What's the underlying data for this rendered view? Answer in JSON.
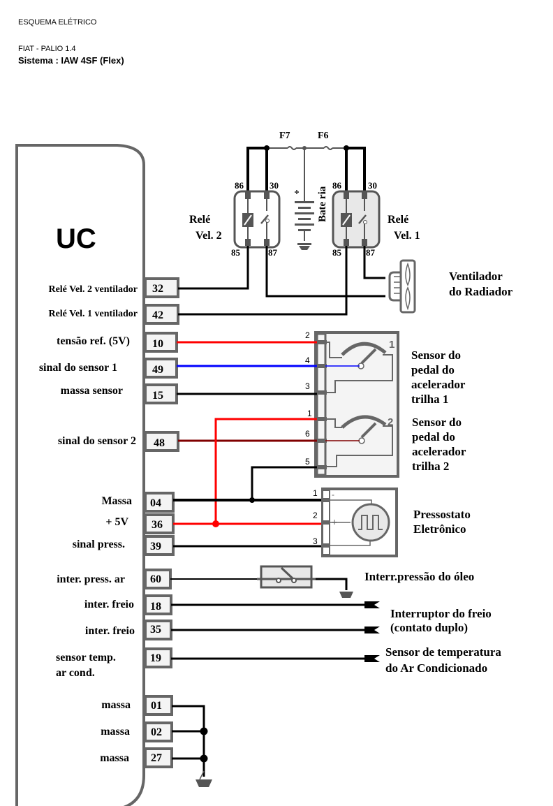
{
  "header": {
    "doc_type": "ESQUEMA ELÉTRICO",
    "vehicle": "FIAT - PALIO 1.4",
    "system": "Sistema : IAW 4SF (Flex)"
  },
  "ecu": {
    "label": "UC",
    "pins": [
      {
        "pin": "32",
        "label": "Relé Vel. 2 ventilador"
      },
      {
        "pin": "42",
        "label": "Relé Vel. 1 ventilador"
      },
      {
        "pin": "10",
        "label": "tensão ref. (5V)"
      },
      {
        "pin": "49",
        "label": "sinal do sensor 1"
      },
      {
        "pin": "15",
        "label": "massa sensor"
      },
      {
        "pin": "48",
        "label": "sinal do sensor 2"
      },
      {
        "pin": "04",
        "label": "Massa"
      },
      {
        "pin": "36",
        "label": "+ 5V"
      },
      {
        "pin": "39",
        "label": "sinal press."
      },
      {
        "pin": "60",
        "label": "inter. press. ar"
      },
      {
        "pin": "18",
        "label": "inter. freio"
      },
      {
        "pin": "35",
        "label": "inter. freio"
      },
      {
        "pin": "19",
        "label": "sensor temp.",
        "label2": "ar cond."
      },
      {
        "pin": "01",
        "label": "massa"
      },
      {
        "pin": "02",
        "label": "massa"
      },
      {
        "pin": "27",
        "label": "massa"
      }
    ]
  },
  "fuses": {
    "f7": "F7",
    "f6": "F6"
  },
  "battery": {
    "label": "Bate ria"
  },
  "relay2": {
    "line1": "Relé",
    "line2": "Vel. 2",
    "pins": {
      "p86": "86",
      "p30": "30",
      "p85": "85",
      "p87": "87"
    }
  },
  "relay1": {
    "line1": "Relé",
    "line2": "Vel. 1",
    "pins": {
      "p86": "86",
      "p30": "30",
      "p85": "85",
      "p87": "87"
    }
  },
  "fan": {
    "line1": "Ventilador",
    "line2": "do Radiador"
  },
  "pedal_sensor": {
    "pin_numbers": [
      "2",
      "4",
      "3",
      "1",
      "6",
      "5"
    ],
    "track1_marker": "1",
    "track2_marker": "2",
    "track1_label": [
      "Sensor do",
      "pedal do",
      "acelerador",
      "trilha 1"
    ],
    "track2_label": [
      "Sensor do",
      "pedal do",
      "acelerador",
      "trilha 2"
    ]
  },
  "pressure_sensor": {
    "pin_numbers": [
      "1",
      "2",
      "3"
    ],
    "minus": "-",
    "plus": "+",
    "label": [
      "Pressostato",
      "Eletrônico"
    ]
  },
  "oil_switch": {
    "label": "Interr.pressão do óleo"
  },
  "brake_switch": {
    "label": [
      "Interruptor do freio",
      "(contato duplo)"
    ]
  },
  "ac_temp_sensor": {
    "label": [
      "Sensor de temperatura",
      "do Ar Condicionado"
    ]
  },
  "colors": {
    "red": "#ff0000",
    "blue": "#0000ff",
    "dark_red": "#800000",
    "black": "#000000",
    "gray": "#666666",
    "box_fill": "#f4f4f4"
  }
}
